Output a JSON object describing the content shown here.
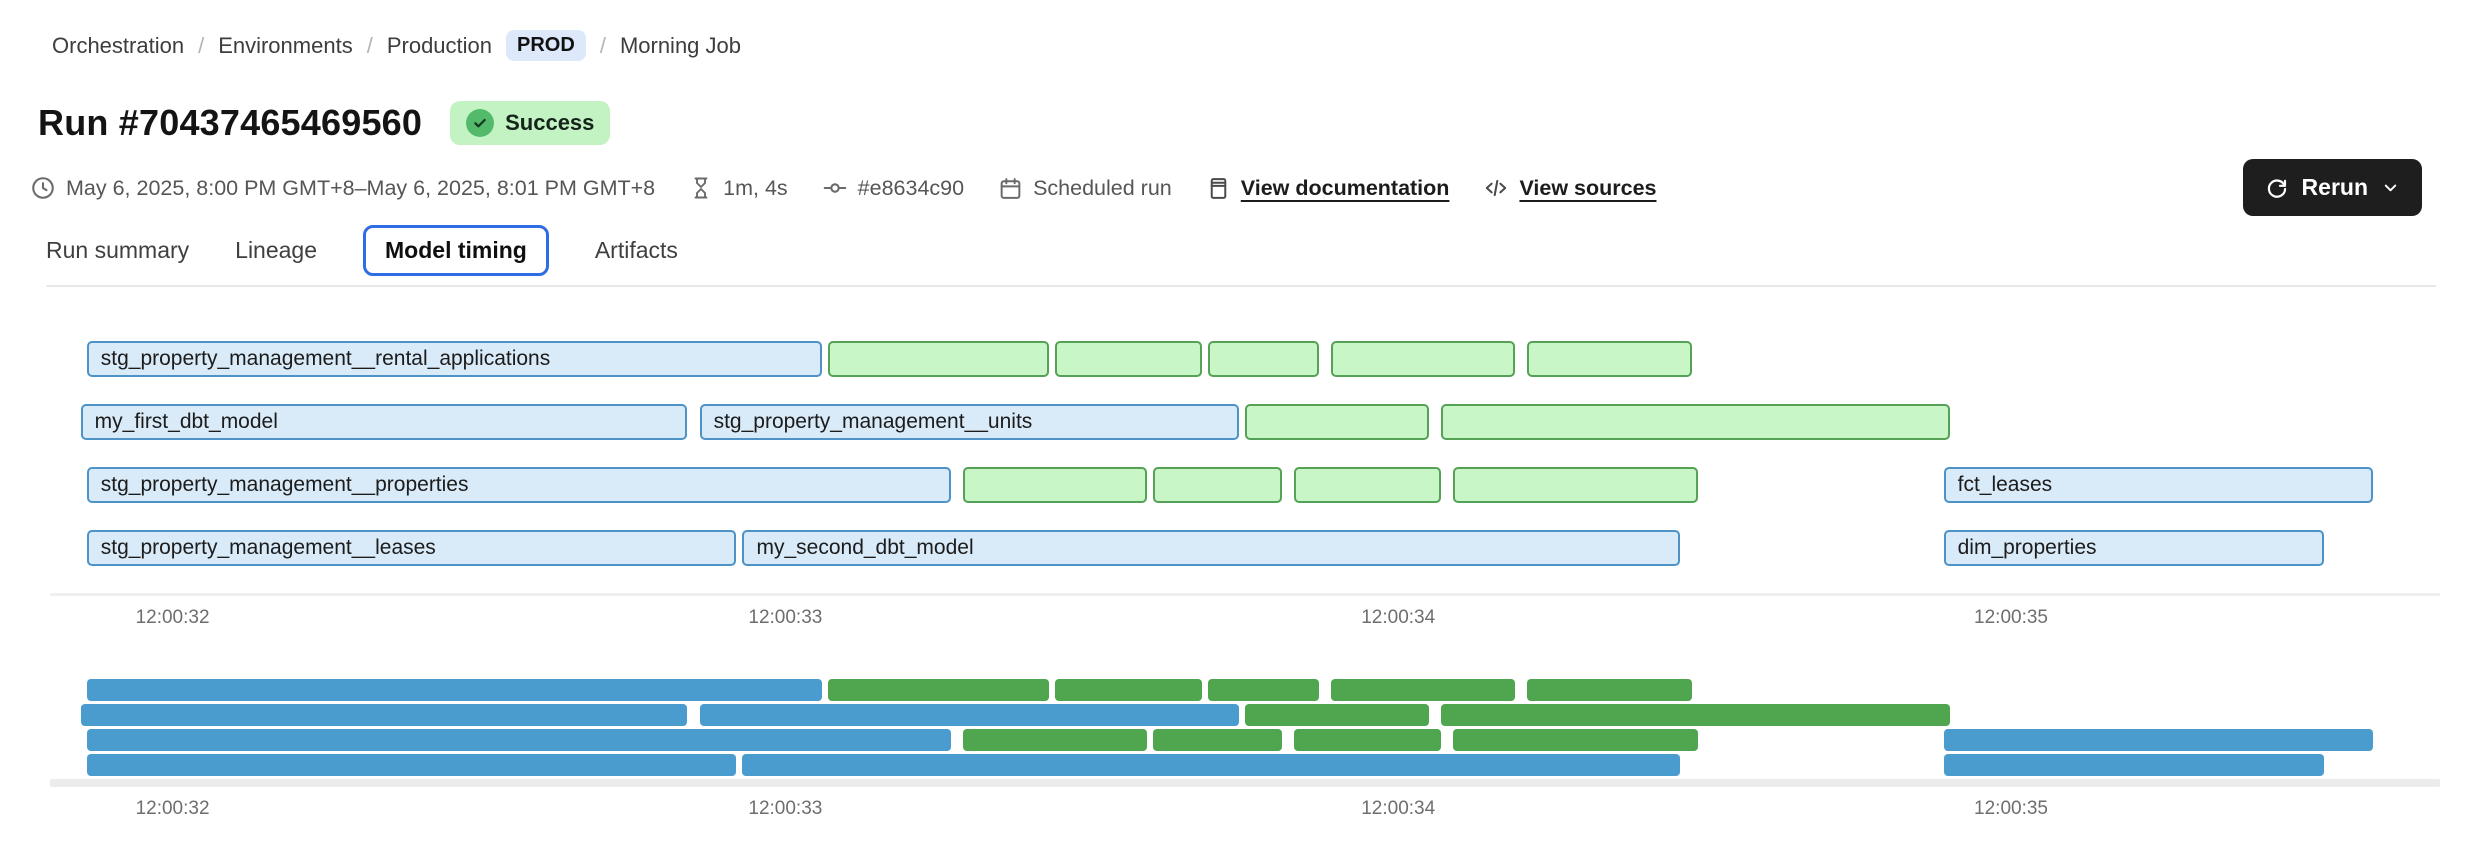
{
  "breadcrumb": {
    "items": [
      "Orchestration",
      "Environments",
      "Production",
      "Morning Job"
    ],
    "separator": "/",
    "env_badge": "PROD"
  },
  "header": {
    "title": "Run #70437465469560",
    "status": "Success"
  },
  "actions": {
    "rerun_label": "Rerun"
  },
  "meta": {
    "time_range": "May 6, 2025, 8:00 PM GMT+8–May 6, 2025, 8:01 PM GMT+8",
    "duration": "1m, 4s",
    "commit": "#e8634c90",
    "trigger": "Scheduled run",
    "docs_link": "View documentation",
    "sources_link": "View sources"
  },
  "tabs": {
    "items": [
      "Run summary",
      "Lineage",
      "Model timing",
      "Artifacts"
    ],
    "active": "Model timing"
  },
  "colors": {
    "accent_tab": "#2e6de5",
    "bar_blue_fill": "#d9eaf8",
    "bar_blue_border": "#4d93c8",
    "bar_green_fill": "#c8f6c6",
    "bar_green_border": "#55a155",
    "mini_blue": "#4a9bce",
    "mini_green": "#4fa64f",
    "success_bg": "#c3f2c3",
    "success_icon": "#54ba6b",
    "prod_badge_bg": "#dde8fb",
    "rerun_bg": "#1e1e1e"
  },
  "chart_data": {
    "type": "gantt",
    "description": "Model timing Gantt chart; times are seconds after 12:00:00",
    "time_axis": {
      "min": 31.8,
      "max": 35.7,
      "ticks": [
        {
          "t": 32,
          "label": "12:00:32"
        },
        {
          "t": 33,
          "label": "12:00:33"
        },
        {
          "t": 34,
          "label": "12:00:34"
        },
        {
          "t": 35,
          "label": "12:00:35"
        }
      ]
    },
    "rows": [
      [
        {
          "label": "stg_property_management__rental_applications",
          "color": "blue",
          "start": 31.86,
          "end": 33.06
        },
        {
          "label": "",
          "color": "green",
          "start": 33.07,
          "end": 33.43
        },
        {
          "label": "",
          "color": "green",
          "start": 33.44,
          "end": 33.68
        },
        {
          "label": "",
          "color": "green",
          "start": 33.69,
          "end": 33.87
        },
        {
          "label": "",
          "color": "green",
          "start": 33.89,
          "end": 34.19
        },
        {
          "label": "",
          "color": "green",
          "start": 34.21,
          "end": 34.48
        }
      ],
      [
        {
          "label": "my_first_dbt_model",
          "color": "blue",
          "start": 31.85,
          "end": 32.84
        },
        {
          "label": "stg_property_management__units",
          "color": "blue",
          "start": 32.86,
          "end": 33.74
        },
        {
          "label": "",
          "color": "green",
          "start": 33.75,
          "end": 34.05
        },
        {
          "label": "",
          "color": "green",
          "start": 34.07,
          "end": 34.9
        }
      ],
      [
        {
          "label": "stg_property_management__properties",
          "color": "blue",
          "start": 31.86,
          "end": 33.27
        },
        {
          "label": "",
          "color": "green",
          "start": 33.29,
          "end": 33.59
        },
        {
          "label": "",
          "color": "green",
          "start": 33.6,
          "end": 33.81
        },
        {
          "label": "",
          "color": "green",
          "start": 33.83,
          "end": 34.07
        },
        {
          "label": "",
          "color": "green",
          "start": 34.09,
          "end": 34.49
        },
        {
          "label": "fct_leases",
          "color": "blue",
          "start": 34.89,
          "end": 35.59
        }
      ],
      [
        {
          "label": "stg_property_management__leases",
          "color": "blue",
          "start": 31.86,
          "end": 32.92
        },
        {
          "label": "my_second_dbt_model",
          "color": "blue",
          "start": 32.93,
          "end": 34.46
        },
        {
          "label": "dim_properties",
          "color": "blue",
          "start": 34.89,
          "end": 35.51
        }
      ]
    ]
  }
}
